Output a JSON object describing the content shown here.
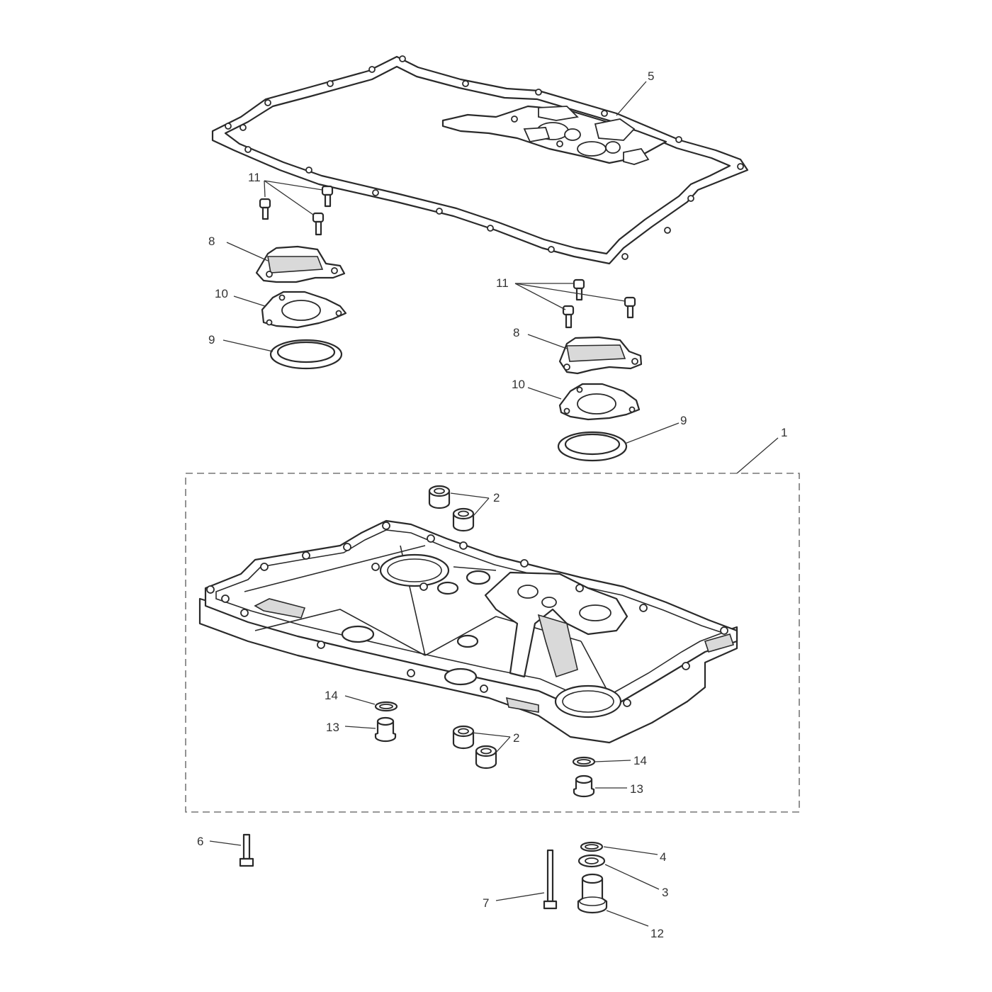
{
  "callouts": {
    "c1": "1",
    "c2a": "2",
    "c2b": "2",
    "c3": "3",
    "c4": "4",
    "c5": "5",
    "c6": "6",
    "c7": "7",
    "c8a": "8",
    "c8b": "8",
    "c9a": "9",
    "c9b": "9",
    "c10a": "10",
    "c10b": "10",
    "c11a": "11",
    "c11b": "11",
    "c12": "12",
    "c13a": "13",
    "c13b": "13",
    "c14a": "14",
    "c14b": "14"
  },
  "colors": {
    "line": "#2a2a2a",
    "background": "#ffffff",
    "boundary": "#777777"
  }
}
